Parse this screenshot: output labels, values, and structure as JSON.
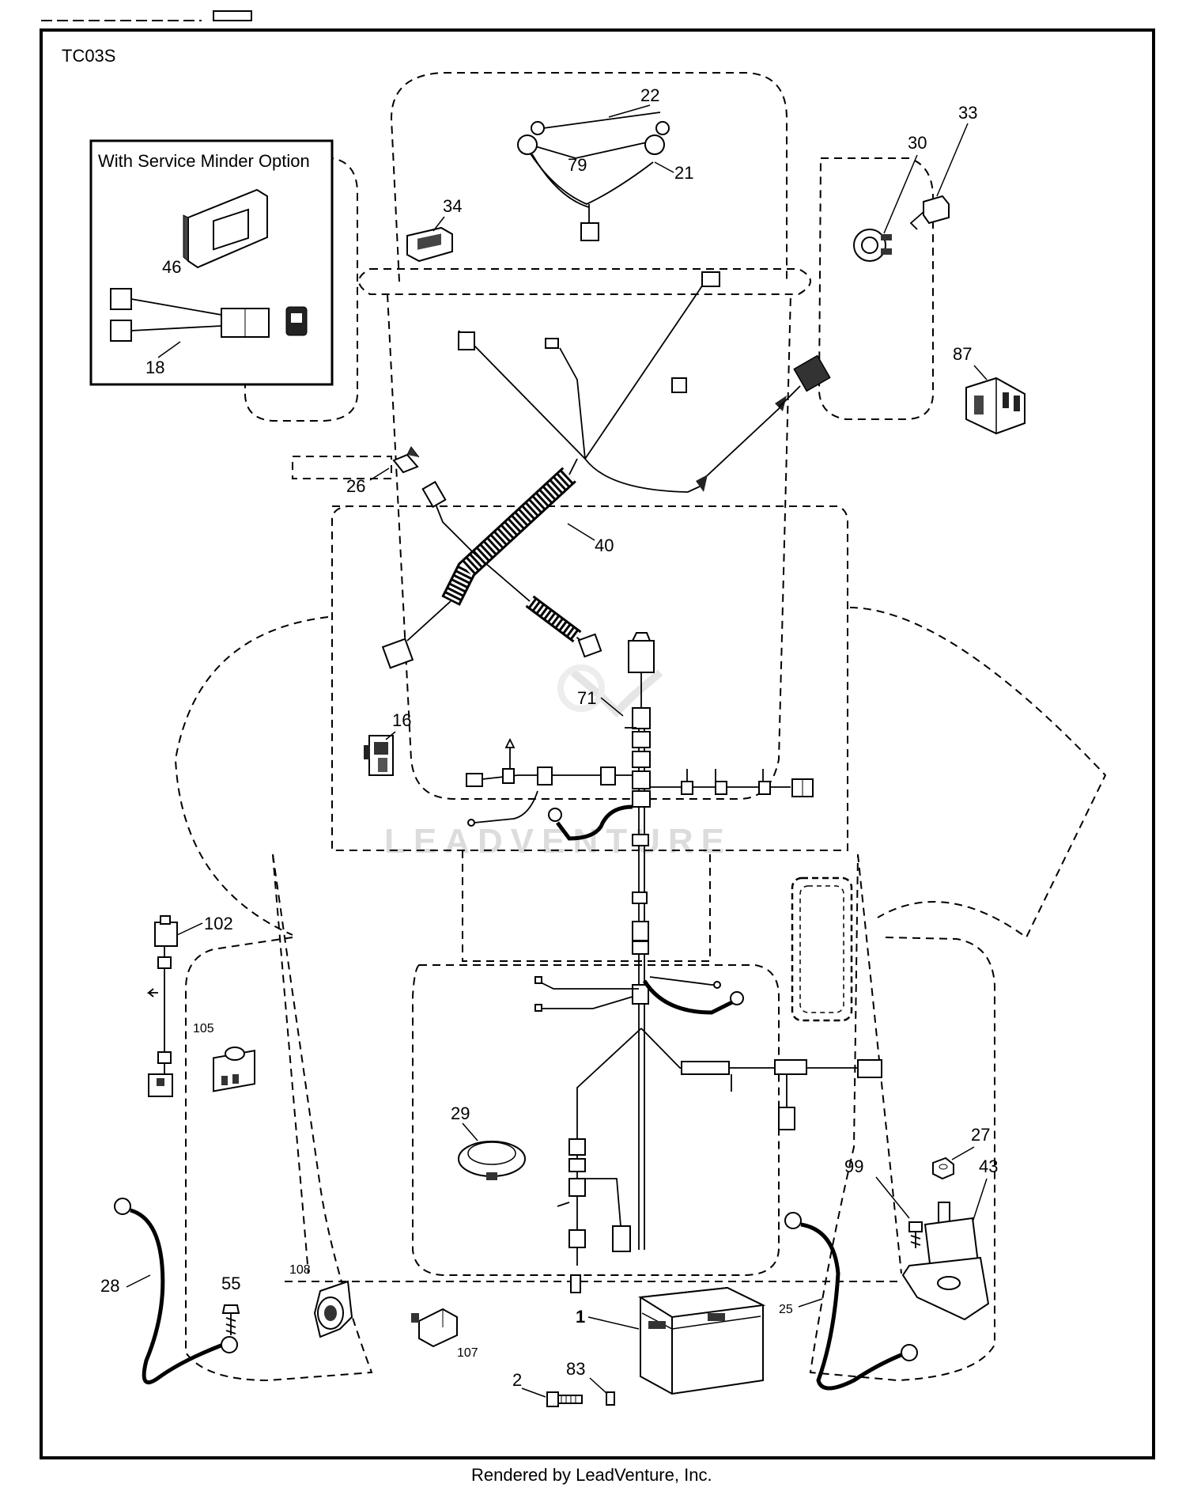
{
  "diagram": {
    "code": "TC03S",
    "inset_title": "With Service Minder Option",
    "watermark": "LEADVENTURE",
    "footer": "Rendered by LeadVenture, Inc."
  },
  "labels": {
    "p1": "1",
    "p2": "2",
    "p16": "16",
    "p18": "18",
    "p21": "21",
    "p22": "22",
    "p25": "25",
    "p26": "26",
    "p27": "27",
    "p28": "28",
    "p29": "29",
    "p30": "30",
    "p33": "33",
    "p34": "34",
    "p40": "40",
    "p43": "43",
    "p46": "46",
    "p55": "55",
    "p71": "71",
    "p79": "79",
    "p83": "83",
    "p87": "87",
    "p99": "99",
    "p102": "102",
    "p105": "105",
    "p107": "107",
    "p108": "108"
  }
}
